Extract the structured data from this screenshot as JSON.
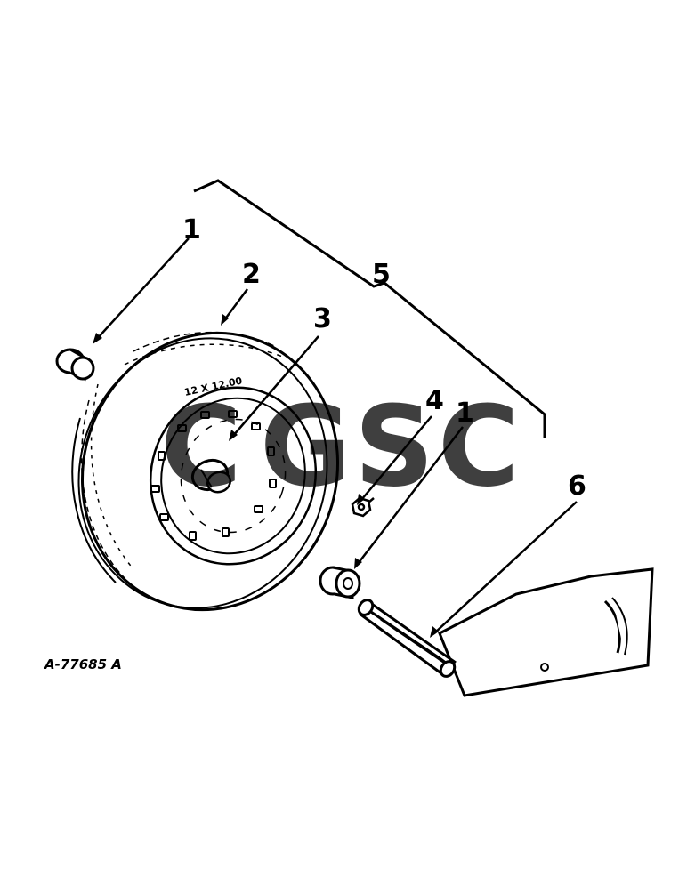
{
  "callouts": {
    "c1a": "1",
    "c2": "2",
    "c3": "3",
    "c4": "4",
    "c1b": "1",
    "c5": "5",
    "c6": "6"
  },
  "tire_marking": "12 X 12.00",
  "part_number": "A-77685 A",
  "watermark": {
    "letters": [
      "C",
      "G",
      "S",
      "C"
    ],
    "colors": [
      "#4a7ff0",
      "#ef5d5d",
      "#f5cf3f",
      "#3aa87a"
    ]
  },
  "line_color": "#000000"
}
